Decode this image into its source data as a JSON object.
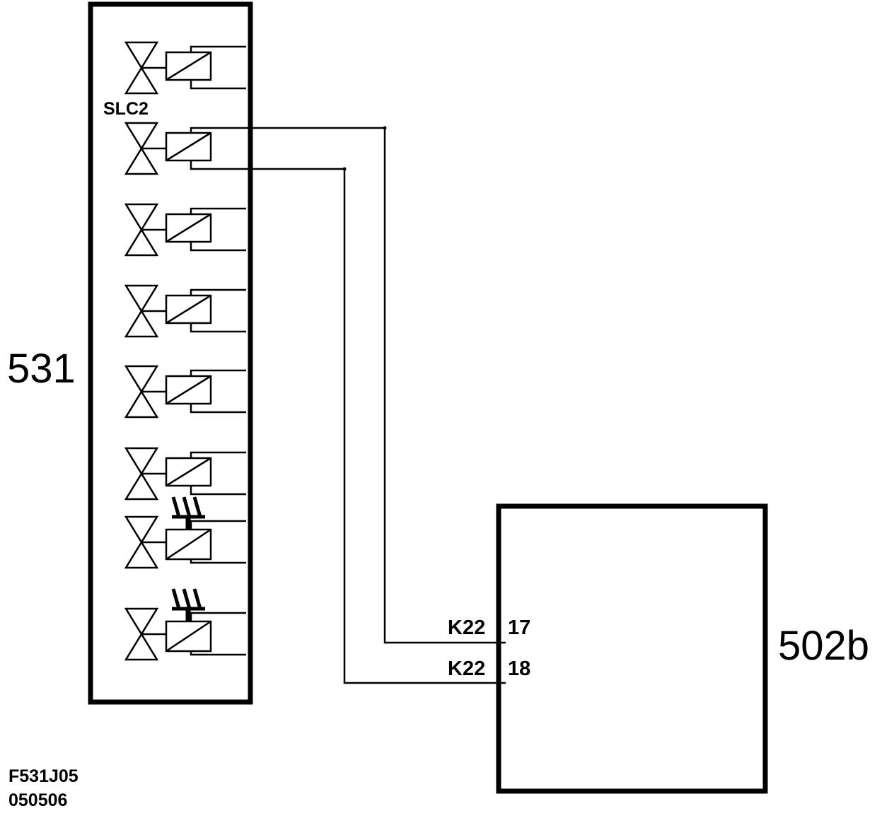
{
  "components": {
    "block_531": {
      "label": "531"
    },
    "block_502b": {
      "label": "502b"
    }
  },
  "valve_label": "SLC2",
  "connector_pins": [
    {
      "connector": "K22",
      "pin": "17"
    },
    {
      "connector": "K22",
      "pin": "18"
    }
  ],
  "drawing_ref": {
    "code": "F531J05",
    "date": "050506"
  },
  "valves": [
    {
      "type": "solenoid-valve"
    },
    {
      "type": "solenoid-valve",
      "label": "SLC2"
    },
    {
      "type": "solenoid-valve"
    },
    {
      "type": "solenoid-valve"
    },
    {
      "type": "solenoid-valve"
    },
    {
      "type": "solenoid-valve"
    },
    {
      "type": "pressure-solenoid-valve"
    },
    {
      "type": "pressure-solenoid-valve"
    }
  ]
}
